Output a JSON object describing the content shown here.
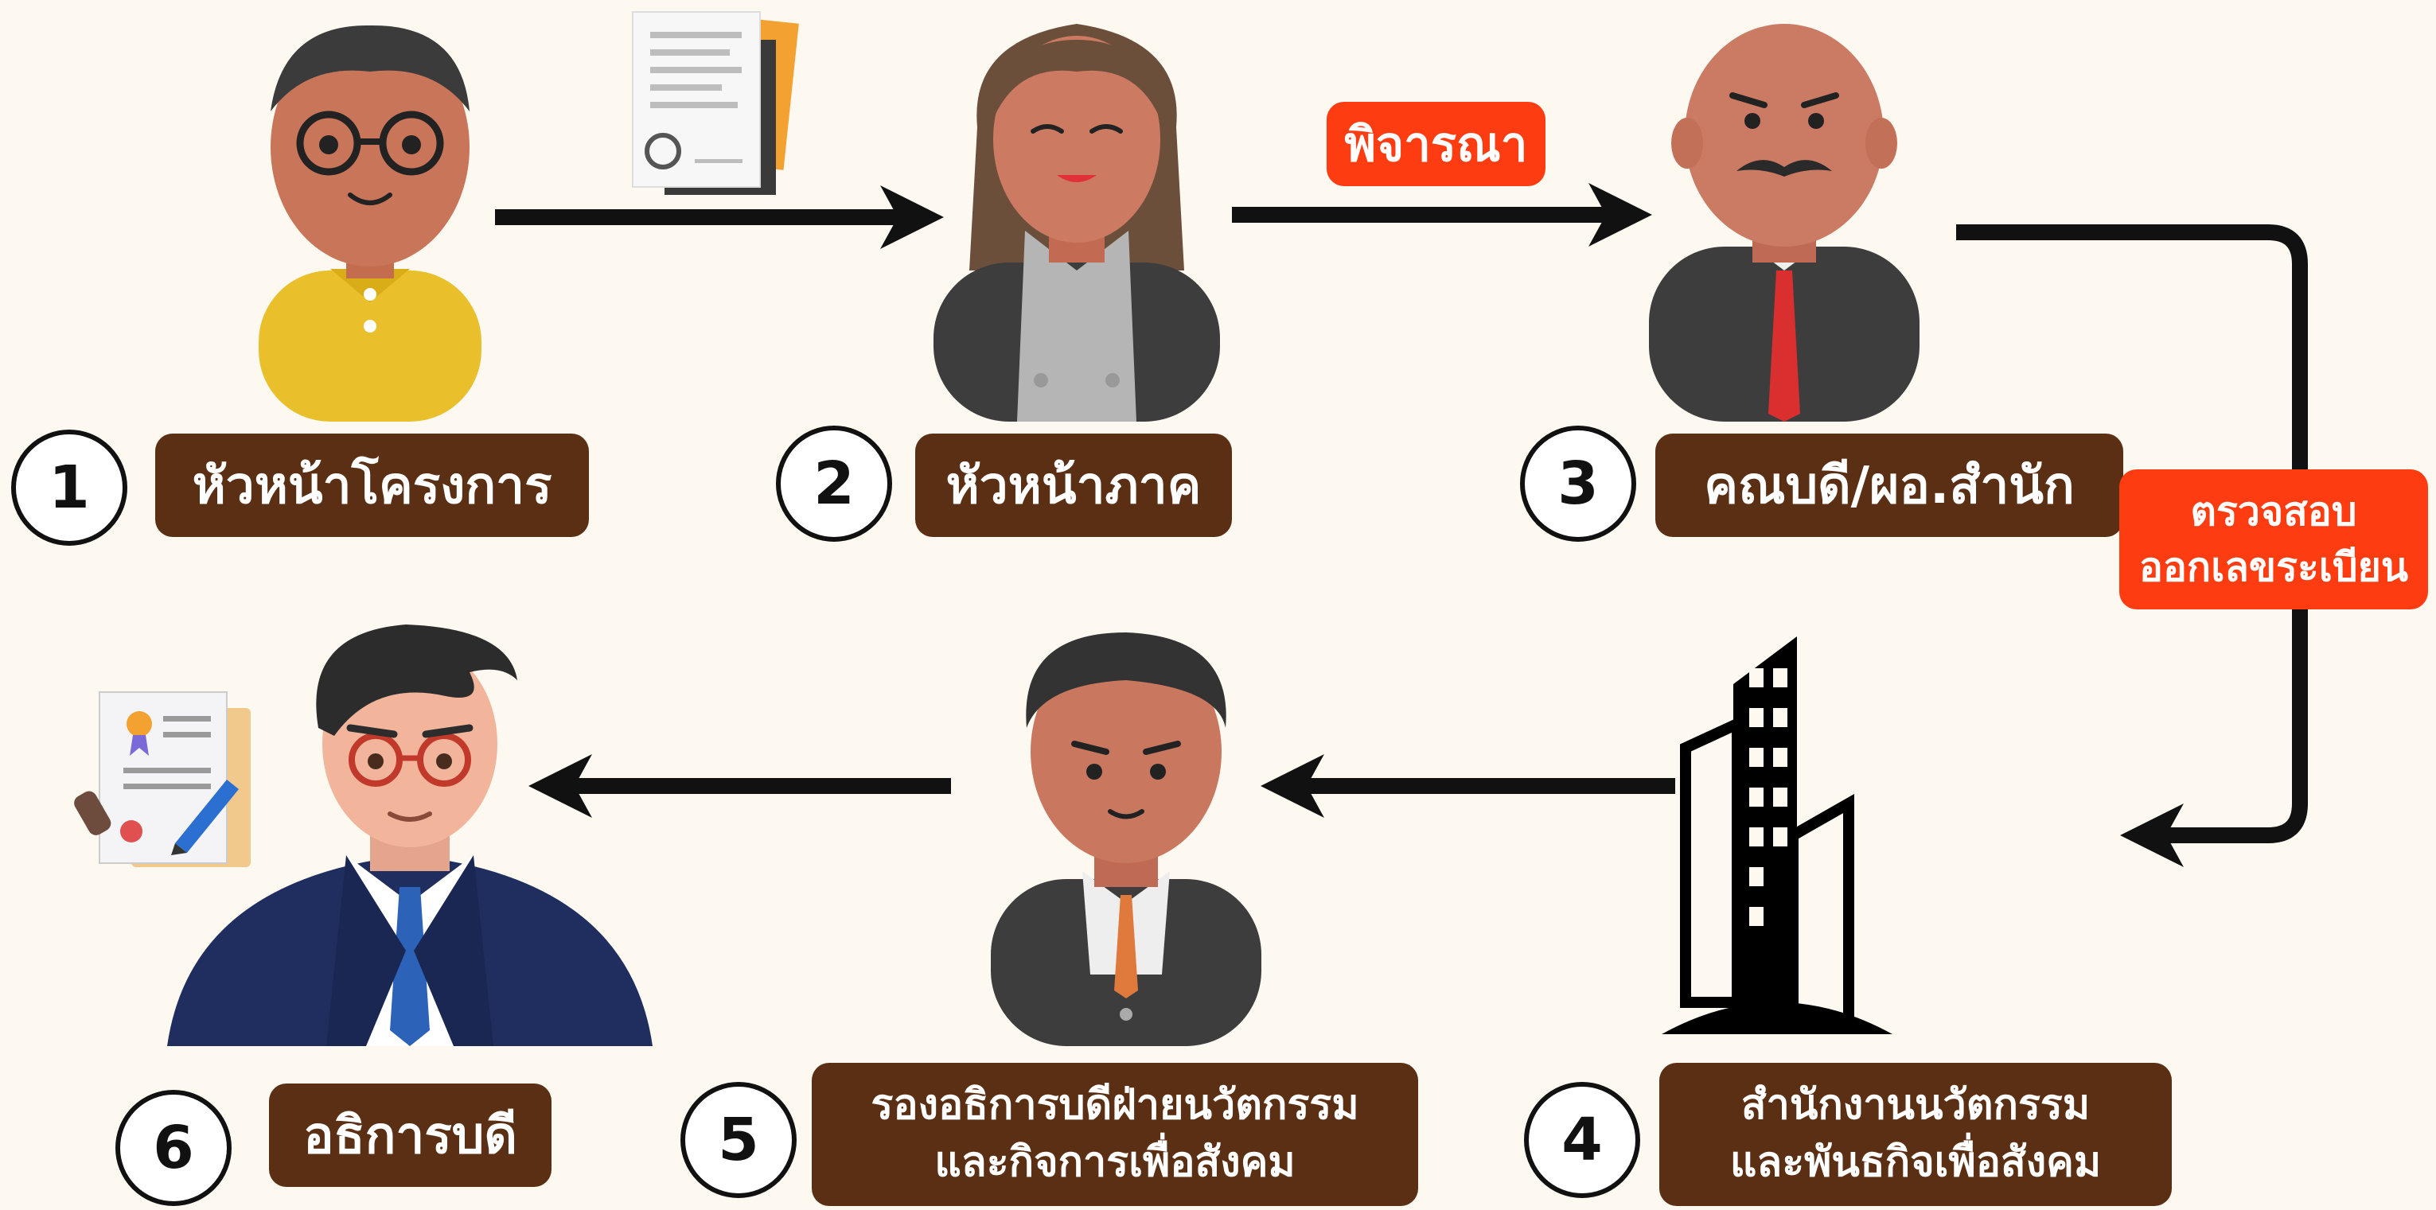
{
  "steps": [
    {
      "number": "1",
      "label": "หัวหน้าโครงการ"
    },
    {
      "number": "2",
      "label": "หัวหน้าภาค"
    },
    {
      "number": "3",
      "label": "คณบดี/ผอ.สำนัก"
    },
    {
      "number": "4",
      "label_line1": "สำนักงานนวัตกรรม",
      "label_line2": "และพันธกิจเพื่อสังคม"
    },
    {
      "number": "5",
      "label_line1": "รองอธิการบดีฝ่ายนวัตกรรม",
      "label_line2": "และกิจการเพื่อสังคม"
    },
    {
      "number": "6",
      "label": "อธิการบดี"
    }
  ],
  "tags": {
    "consider": "พิจารณา",
    "check_line1": "ตรวจสอบ",
    "check_line2": "ออกเลขระเบียน"
  },
  "icons": {
    "person1": "project-lead-avatar-icon",
    "person2": "department-head-avatar-icon",
    "person3": "dean-avatar-icon",
    "building": "office-building-icon",
    "person5": "vice-president-avatar-icon",
    "person6": "president-avatar-icon",
    "documents": "documents-icon",
    "certificate": "certificate-icon"
  },
  "colors": {
    "background": "#fdf9f1",
    "label_bg": "#5a2f14",
    "tag_bg": "#fe3c12",
    "arrow": "#111111"
  }
}
